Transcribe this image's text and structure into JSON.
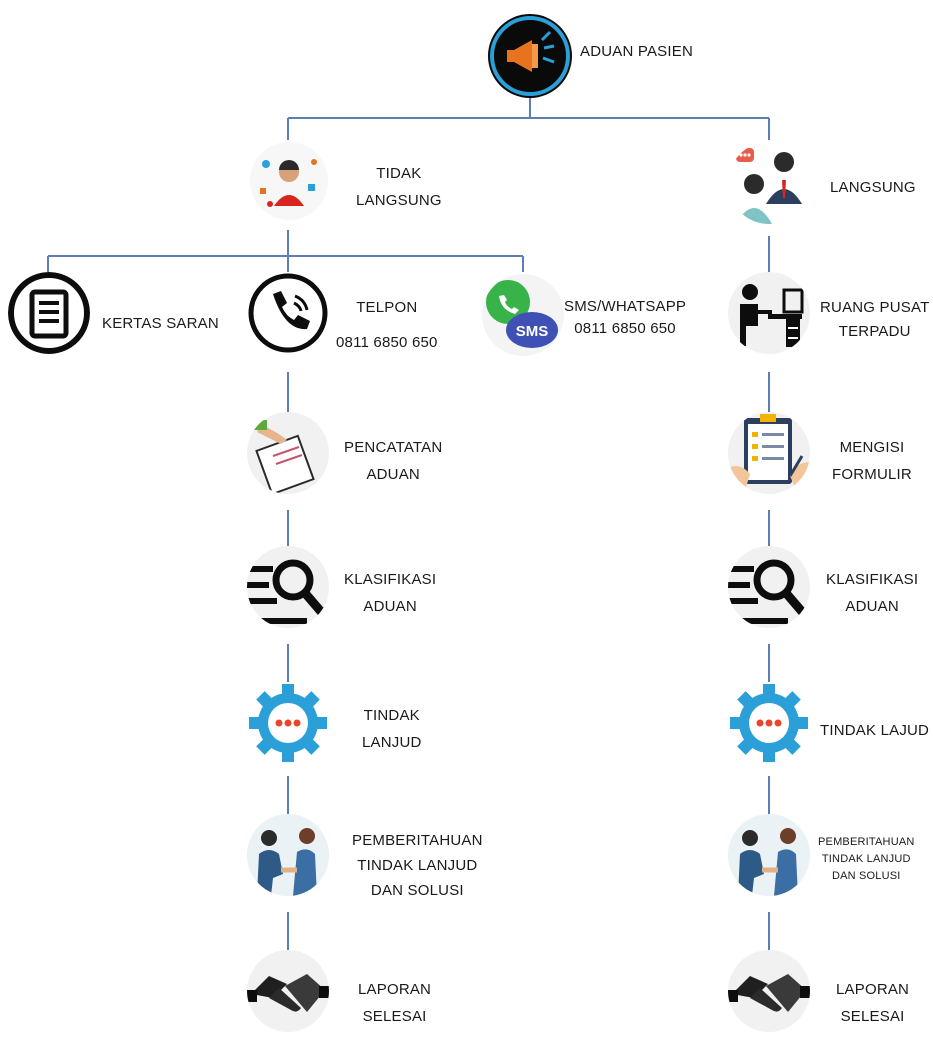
{
  "root": {
    "label": "ADUAN PASIEN",
    "icon": "megaphone-icon"
  },
  "branches": {
    "indirect": {
      "lines": [
        "TIDAK",
        "LANGSUNG"
      ],
      "icon": "customer-service-icon"
    },
    "direct": {
      "label": "LANGSUNG",
      "icon": "meeting-people-icon"
    }
  },
  "channels": {
    "kertas": {
      "label": "KERTAS SARAN",
      "icon": "document-list-icon"
    },
    "telpon": {
      "label": "TELPON",
      "number": "0811 6850 650",
      "icon": "phone-icon"
    },
    "sms": {
      "label": "SMS/WHATSAPP",
      "number": "0811 6850 650",
      "icon": "whatsapp-sms-icon"
    }
  },
  "indirect_steps": {
    "pencatatan": [
      "PENCATATAN",
      "ADUAN"
    ],
    "klasifikasi": [
      "KLASIFIKASI",
      "ADUAN"
    ],
    "tindak": [
      "TINDAK",
      "LANJUD"
    ],
    "pemberitahuan": [
      "PEMBERITAHUAN",
      "TINDAK LANJUD",
      "DAN SOLUSI"
    ],
    "laporan": [
      "LAPORAN",
      "SELESAI"
    ]
  },
  "direct_steps": {
    "ruang": [
      "RUANG PUSAT",
      "TERPADU"
    ],
    "formulir": [
      "MENGISI",
      "FORMULIR"
    ],
    "klasifikasi": [
      "KLASIFIKASI",
      "ADUAN"
    ],
    "tindak": "TINDAK LAJUD",
    "pemberitahuan": [
      "PEMBERITAHUAN",
      "TINDAK LANJUD",
      "DAN SOLUSI"
    ],
    "laporan": [
      "LAPORAN",
      "SELESAI"
    ]
  },
  "colors": {
    "line": "#5b7fb5",
    "accent": "#2a9fd8",
    "dark": "#0d0d0d",
    "megaphone": "#e8731f"
  }
}
